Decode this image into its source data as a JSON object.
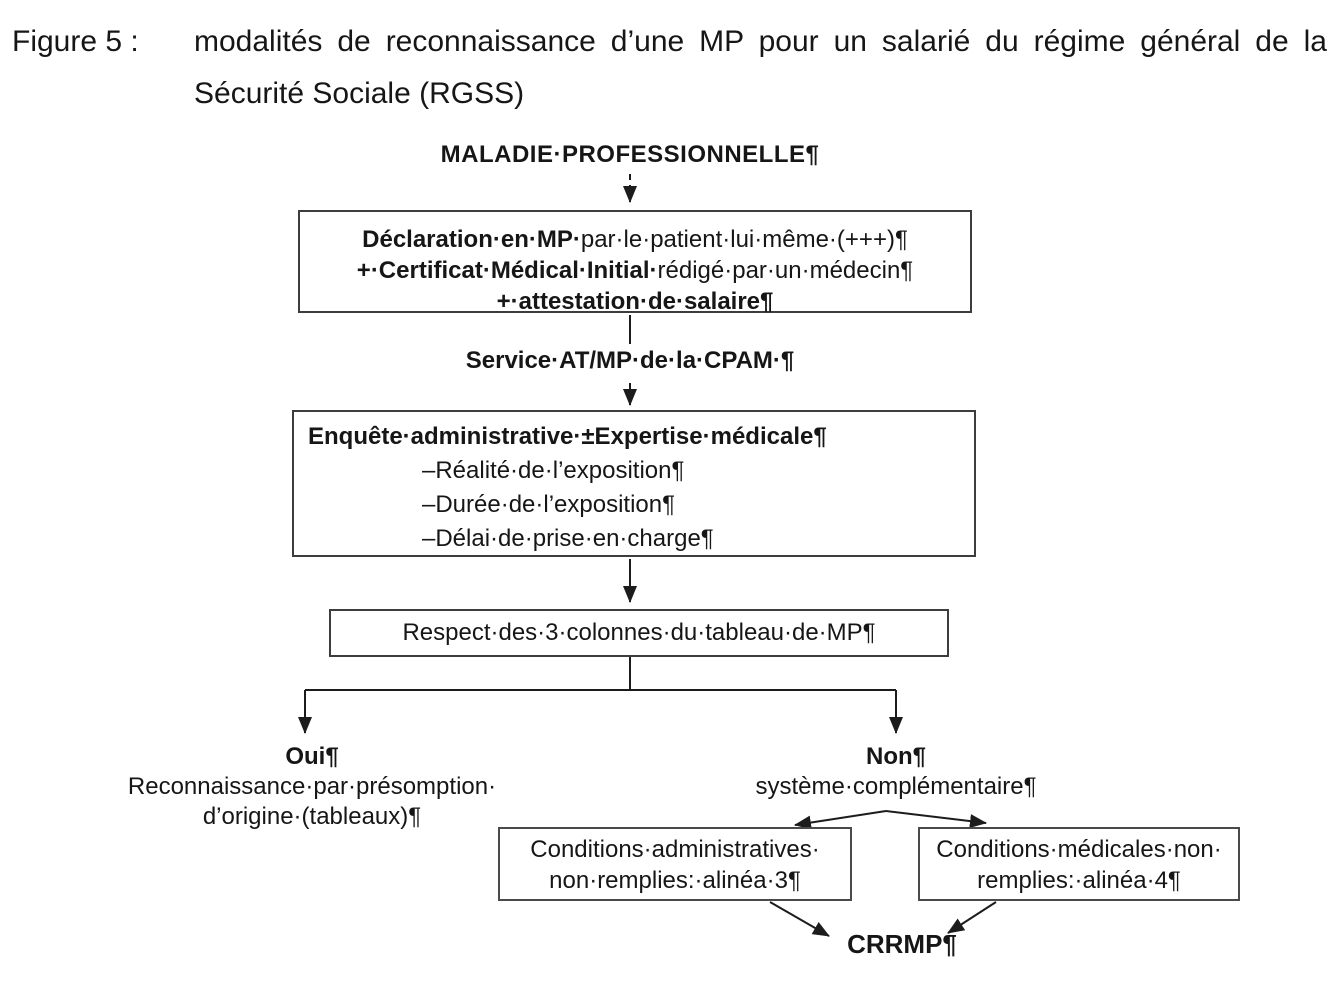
{
  "figure": {
    "label": "Figure 5 :",
    "caption_line1": "modalités de reconnaissance d’une MP pour un salarié du régime général de la",
    "caption_line2": "Sécurité Sociale (RGSS)"
  },
  "flowchart": {
    "root": "MALADIE·PROFESSIONNELLE¶",
    "declaration": {
      "line1_bold": "Déclaration·en·MP·",
      "line1_rest": "par·le·patient·lui·même·(+++)¶",
      "line2_bold": "+·Certificat·Médical·Initial·",
      "line2_rest": "rédigé·par·un·médecin¶",
      "line3_bold": "+·attestation·de·salaire¶"
    },
    "service": "Service·AT/MP·de·la·CPAM·¶",
    "enquete": {
      "title": "Enquête·administrative·±Expertise·médicale¶",
      "items": [
        "–Réalité·de·l’exposition¶",
        "–Durée·de·l’exposition¶",
        "–Délai·de·prise·en·charge¶"
      ]
    },
    "respect": "Respect·des·3·colonnes·du·tableau·de·MP¶",
    "oui": {
      "title": "Oui¶",
      "line1": "Reconnaissance·par·présomption·",
      "line2": "d’origine·(tableaux)¶"
    },
    "non": {
      "title": "Non¶",
      "subtitle": "système·complémentaire¶"
    },
    "admin_box": {
      "line1": "Conditions·administratives·",
      "line2": "non·remplies:·alinéa·3¶"
    },
    "medical_box": {
      "line1": "Conditions·médicales·non·",
      "line2": "remplies:·alinéa·4¶"
    },
    "crrmp": "CRRMP¶"
  }
}
